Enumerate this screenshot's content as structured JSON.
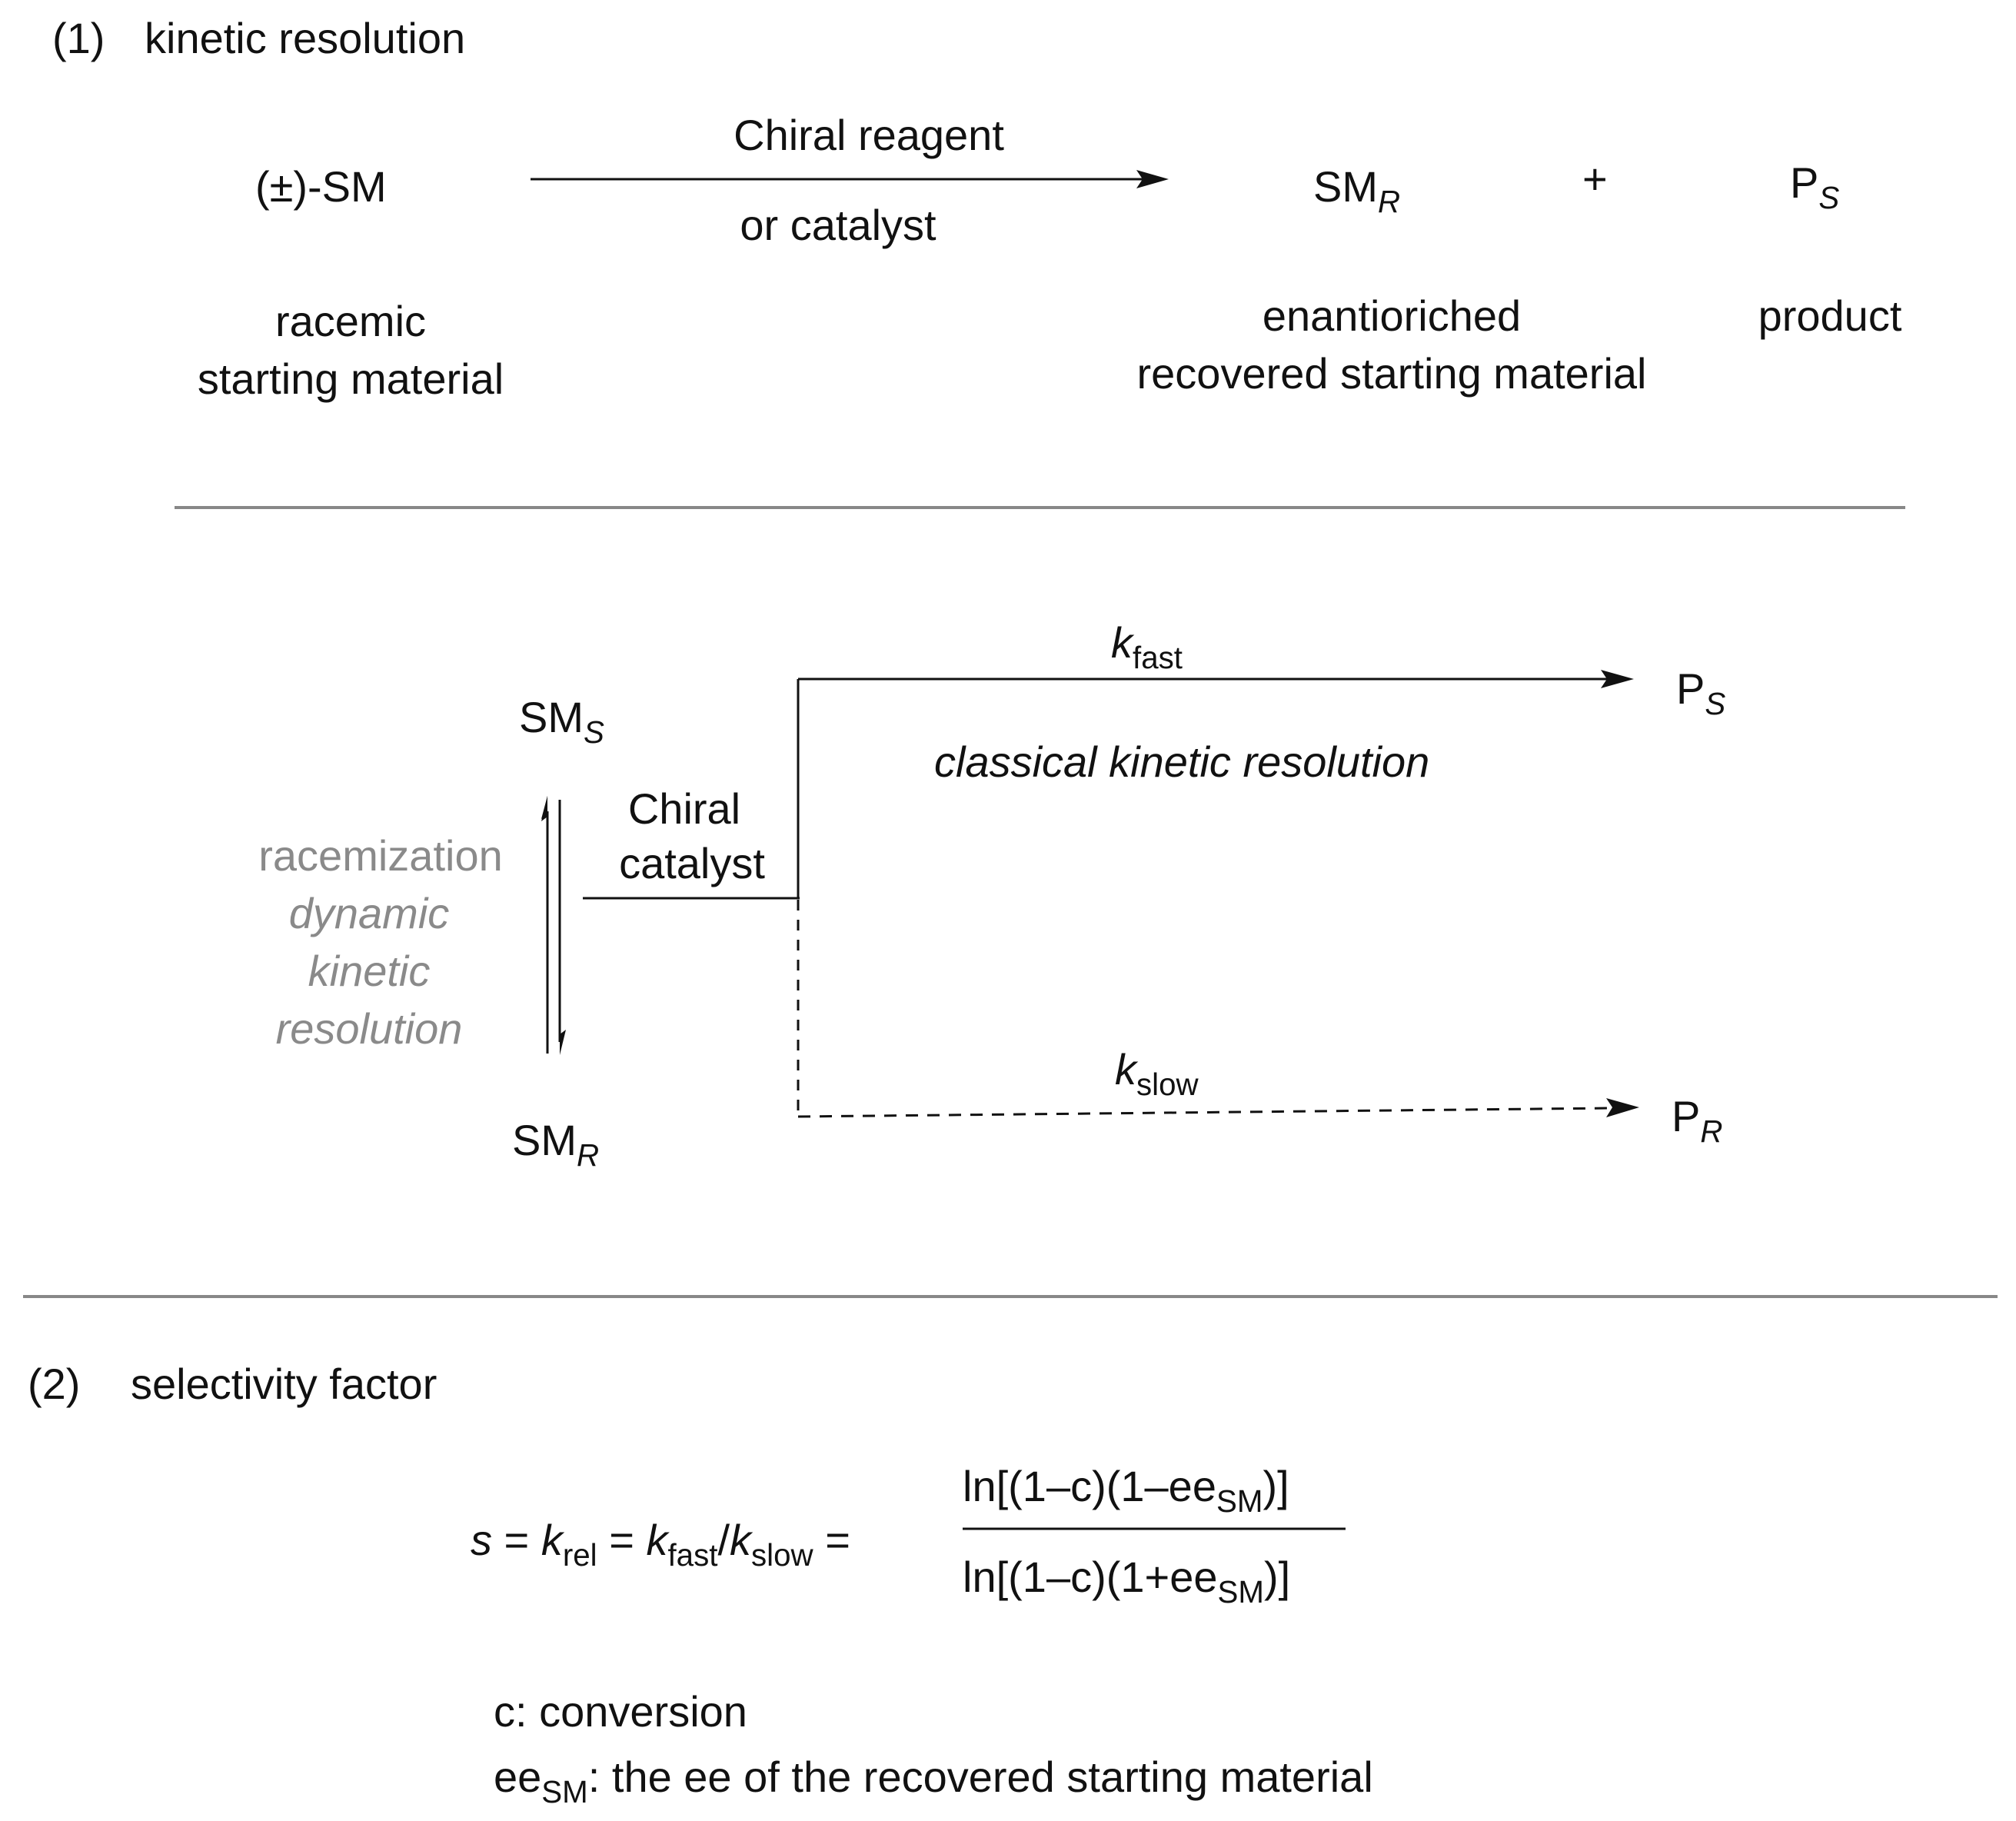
{
  "section1": {
    "number": "(1)",
    "title": "kinetic resolution",
    "reaction": {
      "reactant": "(±)-SM",
      "reactant_caption": [
        "racemic",
        "starting material"
      ],
      "reagent_top": "Chiral reagent",
      "reagent_bottom": "or catalyst",
      "product1_main": "SM",
      "product1_sub": "R",
      "plus": "+",
      "product2_main": "P",
      "product2_sub": "S",
      "product1_caption": [
        "enantioriched",
        "recovered starting material"
      ],
      "product2_caption": "product"
    }
  },
  "scheme": {
    "sm_s_main": "SM",
    "sm_s_sub": "S",
    "sm_r_main": "SM",
    "sm_r_sub": "R",
    "catalyst": [
      "Chiral",
      "catalyst"
    ],
    "racemization": "racemization",
    "dkr": [
      "dynamic",
      "kinetic",
      "resolution"
    ],
    "k_fast_main": "k",
    "k_fast_sub": "fast",
    "k_slow_main": "k",
    "k_slow_sub": "slow",
    "classical": "classical kinetic resolution",
    "p_s_main": "P",
    "p_s_sub": "S",
    "p_r_main": "P",
    "p_r_sub": "R"
  },
  "section2": {
    "number": "(2)",
    "title": "selectivity factor",
    "eq_s": "s",
    "eq_eq1": " = ",
    "eq_k": "k",
    "eq_rel": "rel",
    "eq_eq2": " = ",
    "eq_kf": "k",
    "eq_fast": "fast",
    "eq_slash": "/",
    "eq_ks": "k",
    "eq_slow": "slow",
    "eq_eq3": " =",
    "num_pre": "ln[(1–c)(1–ee",
    "num_sub": "SM",
    "num_post": ")]",
    "den_pre": "ln[(1–c)(1+ee",
    "den_sub": "SM",
    "den_post": ")]",
    "def_c": "c: conversion",
    "def_ee_main": "ee",
    "def_ee_sub": "SM",
    "def_ee_text": ": the ee of the recovered starting material"
  },
  "colors": {
    "text": "#111111",
    "muted": "#8a8a8a",
    "rule": "#888888"
  }
}
